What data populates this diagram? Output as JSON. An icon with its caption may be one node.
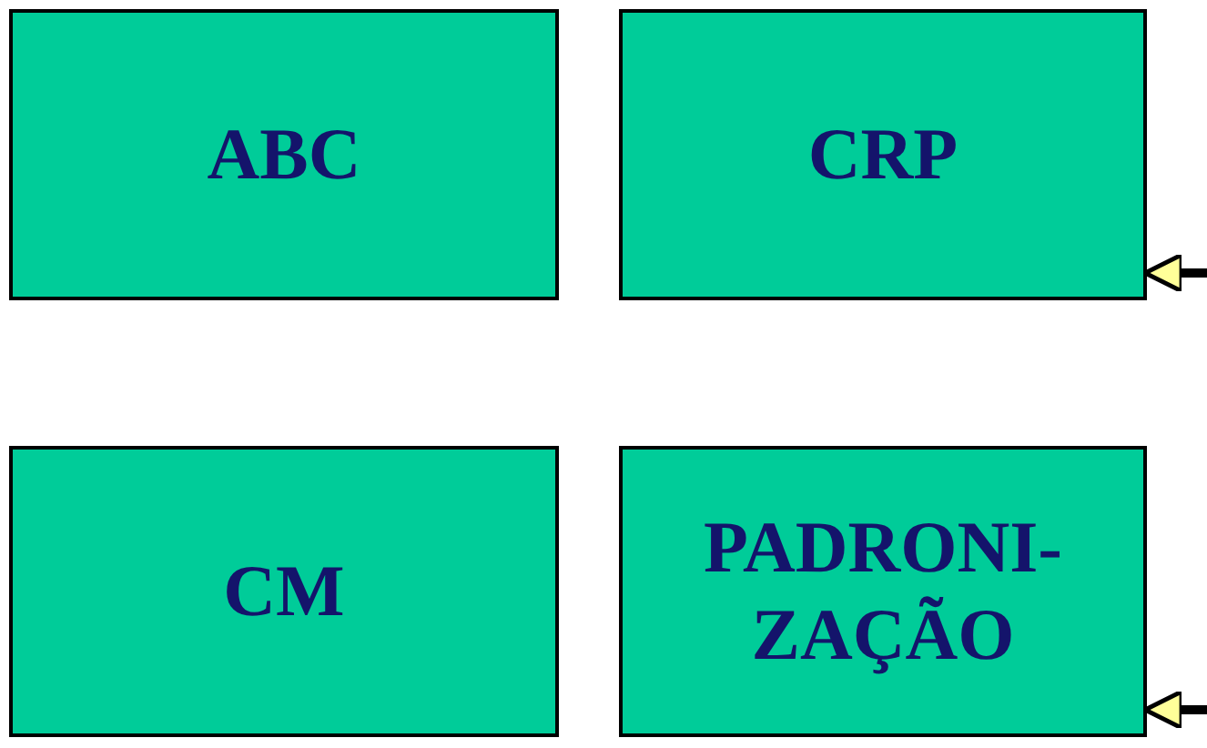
{
  "diagram": {
    "nodes": [
      {
        "text": [
          "ABC"
        ]
      },
      {
        "text": [
          "CRP"
        ]
      },
      {
        "text": [
          "CM"
        ]
      },
      {
        "text": [
          "PADRONI- ZAÇÃO"
        ]
      }
    ],
    "edges": [
      {
        "from": null,
        "to": 1,
        "arrow": "to"
      },
      {
        "from": null,
        "to": 3,
        "arrow": "to"
      }
    ]
  }
}
